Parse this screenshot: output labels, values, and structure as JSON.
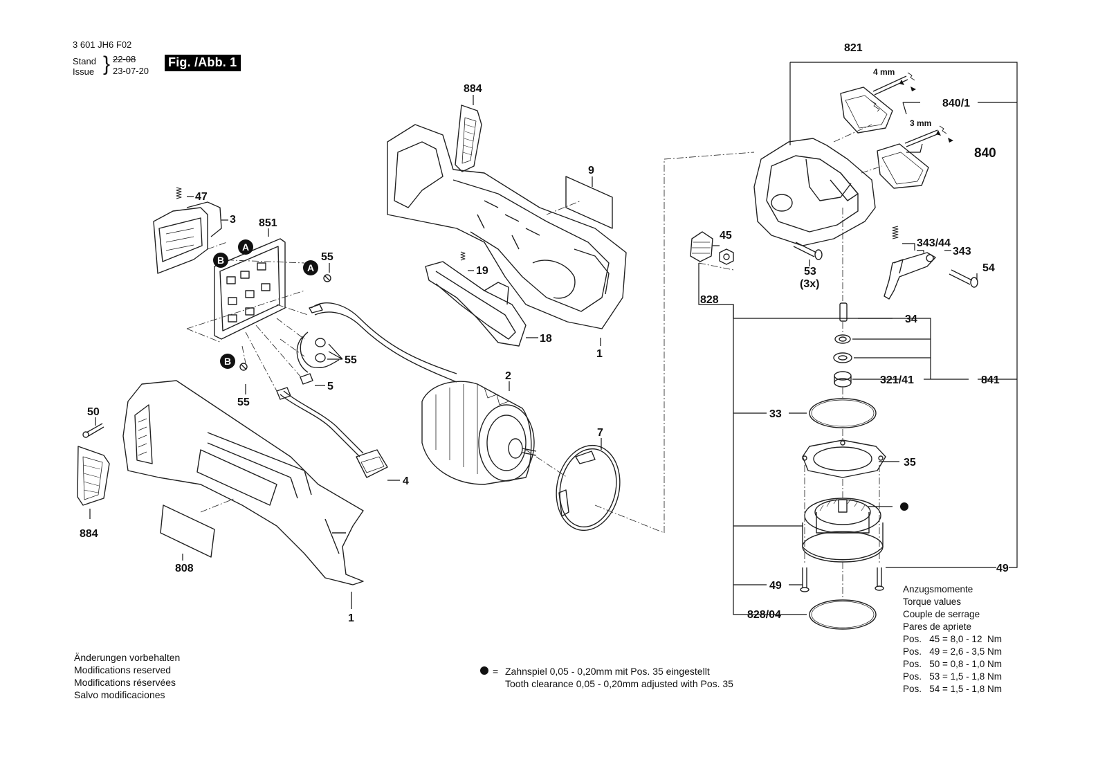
{
  "header": {
    "doc_number": "3 601 JH6 F02",
    "stand_label": "Stand",
    "issue_label": "Issue",
    "old_date": "22-08",
    "new_date": "23-07-20",
    "figure_label": "Fig. /Abb. 1"
  },
  "parts": {
    "p884_top": "884",
    "p9": "9",
    "p47": "47",
    "p3": "3",
    "p851": "851",
    "p55_a": "55",
    "p19": "19",
    "p18": "18",
    "p1_top": "1",
    "p55_b": "55",
    "p5": "5",
    "p2": "2",
    "p55_c": "55",
    "p50": "50",
    "p4": "4",
    "p7": "7",
    "p884_bottom": "884",
    "p808": "808",
    "p1_bottom": "1",
    "p821": "821",
    "dim_4mm": "4 mm",
    "p840_1": "840/1",
    "dim_3mm": "3 mm",
    "p840": "840",
    "p45": "45",
    "p53": "53",
    "p53_qty": "(3x)",
    "p343_44": "343/44",
    "p343": "343",
    "p54": "54",
    "p828": "828",
    "p34": "34",
    "p321_41": "321/41",
    "p841": "841",
    "p33": "33",
    "p35": "35",
    "p49_left": "49",
    "p49_right": "49",
    "p828_04": "828/04"
  },
  "badges": {
    "a": "A",
    "b": "B"
  },
  "notes": {
    "line1": "Änderungen vorbehalten",
    "line2": "Modifications reserved",
    "line3": "Modifications réservées",
    "line4": "Salvo modificaciones"
  },
  "footnote": {
    "symbol_eq": "=",
    "line1": "Zahnspiel 0,05 - 0,20mm mit Pos. 35 eingestellt",
    "line2": "Tooth clearance 0,05 - 0,20mm adjusted with Pos. 35"
  },
  "torque": {
    "title_de": "Anzugsmomente",
    "title_en": "Torque values",
    "title_fr": "Couple de serrage",
    "title_es": "Pares de apriete",
    "rows": [
      "Pos.   45 = 8,0 - 12  Nm",
      "Pos.   49 = 2,6 - 3,5 Nm",
      "Pos.   50 = 0,8 - 1,0 Nm",
      "Pos.   53 = 1,5 - 1,8 Nm",
      "Pos.   54 = 1,5 - 1,8 Nm"
    ]
  },
  "colors": {
    "ink": "#111111",
    "badge": "#111111",
    "figure_bg": "#000000"
  }
}
